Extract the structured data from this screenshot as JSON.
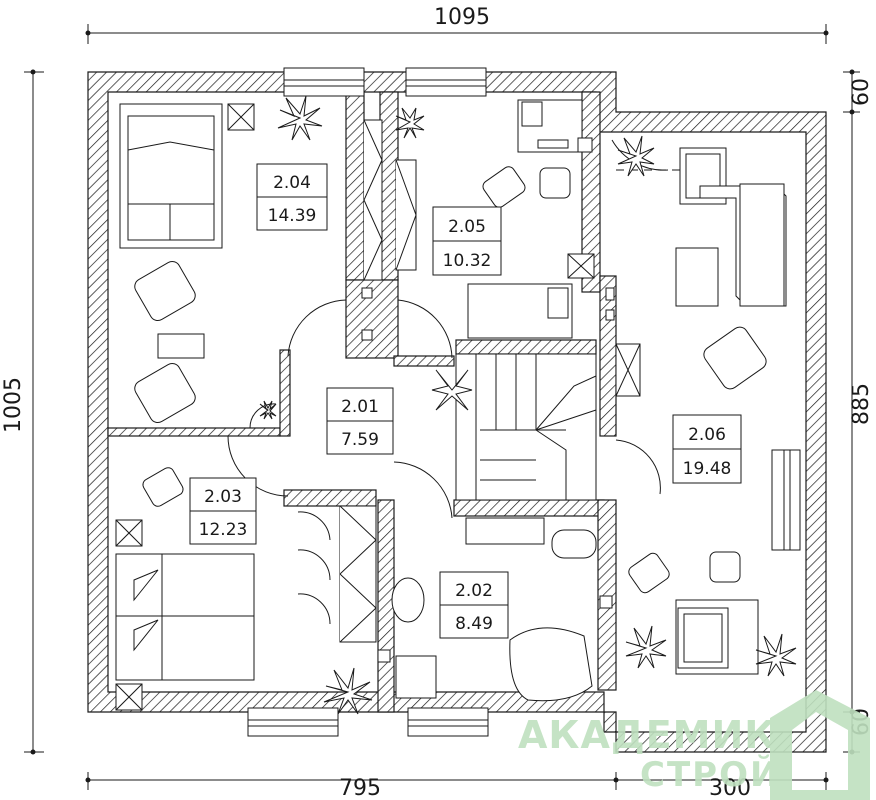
{
  "dimensions": {
    "top": "1095",
    "left": "1005",
    "bottom_left": "795",
    "bottom_right": "300",
    "right_top": "60",
    "right_mid": "885",
    "right_bottom": "60"
  },
  "rooms": [
    {
      "number": "2.04",
      "area": "14.39"
    },
    {
      "number": "2.05",
      "area": "10.32"
    },
    {
      "number": "2.01",
      "area": "7.59"
    },
    {
      "number": "2.03",
      "area": "12.23"
    },
    {
      "number": "2.06",
      "area": "19.48"
    },
    {
      "number": "2.02",
      "area": "8.49"
    }
  ],
  "watermark": {
    "line1": "АКАДЕМИК",
    "line2": "СТРОЙ",
    "color": "#bfe0bf"
  },
  "colors": {
    "wall_hatch": "#1a1a1a",
    "background": "#ffffff"
  }
}
